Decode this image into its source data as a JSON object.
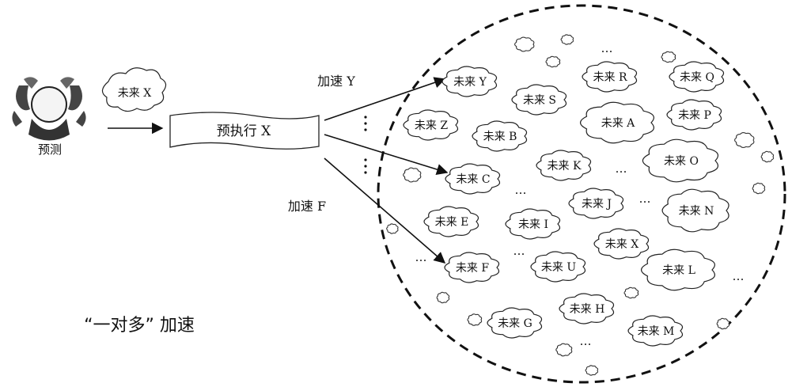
{
  "predict_label": "预测",
  "future_x_label": "未来 X",
  "pre_exec_label": "预执行 X",
  "accel_y_label": "加速 Y",
  "accel_f_label": "加速 F",
  "caption": "“一对多” 加速",
  "ellipsis": "…",
  "futures": {
    "y": "未来 Y",
    "z": "未来 Z",
    "b": "未来 B",
    "c": "未来 C",
    "e": "未来 E",
    "f": "未来 F",
    "g": "未来 G",
    "h": "未来 H",
    "i": "未来 I",
    "u": "未来 U",
    "k": "未来 K",
    "s": "未来 S",
    "r": "未来 R",
    "a": "未来 A",
    "j": "未来 J",
    "x": "未来 X",
    "q": "未来 Q",
    "p": "未来 P",
    "o": "未来 O",
    "n": "未来 N",
    "l": "未来 L",
    "m": "未来 M"
  }
}
